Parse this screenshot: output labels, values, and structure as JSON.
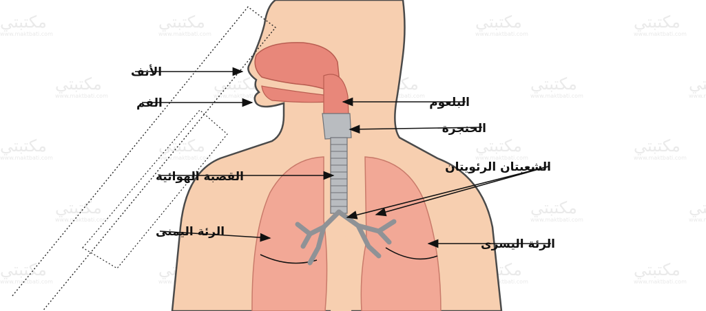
{
  "watermark": {
    "text": "مكتبتي",
    "url": "www.maktbati.com"
  },
  "labels": {
    "nose": "الأنف",
    "mouth": "الفم",
    "pharynx": "البلعوم",
    "larynx": "الحنجرة",
    "trachea": "القصبة الهوائية",
    "bronchi": "الشعبتان الرئويتان",
    "right_lung": "الرئة اليمنى",
    "left_lung": "الرئة اليسرى"
  },
  "colors": {
    "skin": "#f7cfb0",
    "outline": "#4a4a4a",
    "airway": "#e8877a",
    "lung": "#f2a896",
    "trachea": "#b9bcc0",
    "stamp": "#222222"
  }
}
